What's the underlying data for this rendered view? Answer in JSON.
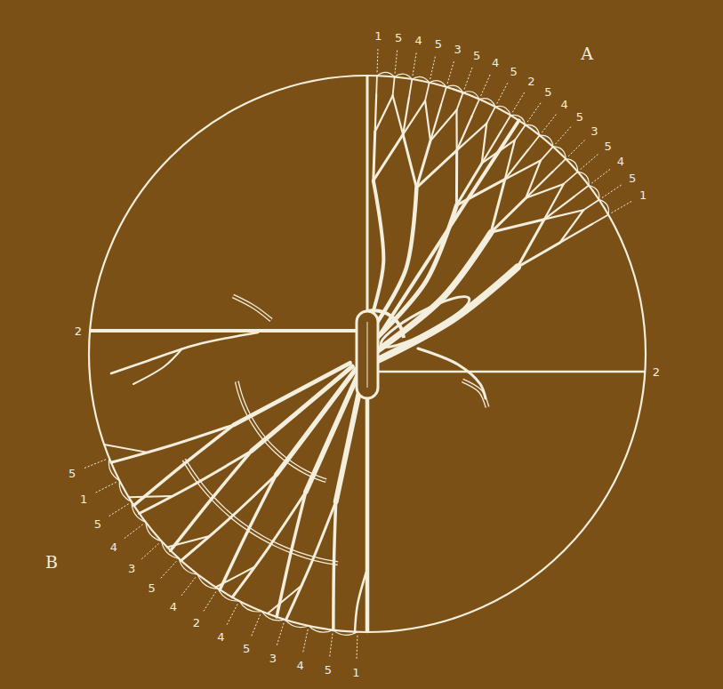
{
  "diagram": {
    "labels": [
      "1",
      "5",
      "4",
      "5",
      "3",
      "5",
      "4",
      "5",
      "2",
      "5",
      "4",
      "5",
      "3",
      "5",
      "4",
      "5",
      "1",
      "A",
      "2",
      "2",
      "5",
      "1",
      "5",
      "4",
      "3",
      "5",
      "4",
      "2",
      "4",
      "5",
      "3",
      "4",
      "5",
      "1",
      "B"
    ]
  }
}
